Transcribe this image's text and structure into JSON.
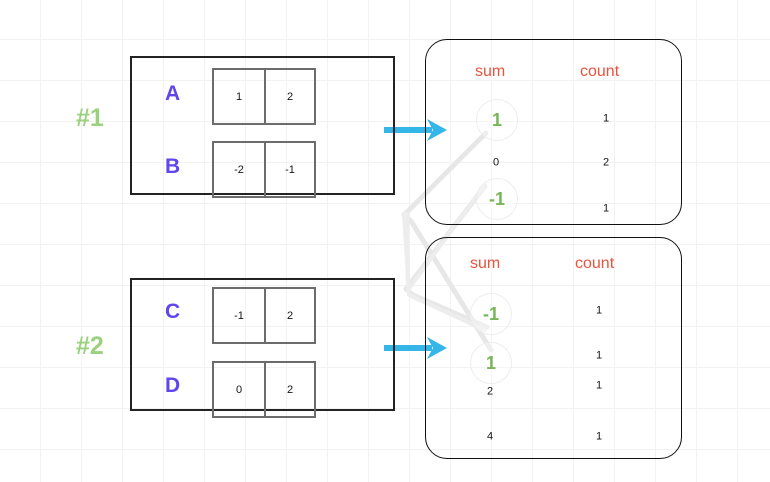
{
  "colors": {
    "grid": "#f2f2f2",
    "group_border": "#232323",
    "pair_border": "#6c6c6c",
    "letter": "#6245ec",
    "step": "#9bd17e",
    "header": "#e8533c",
    "highlight": "#77b557",
    "arrow": "#35b6e8",
    "link": "#e6e6e6"
  },
  "steps": [
    {
      "label": "#1"
    },
    {
      "label": "#2"
    }
  ],
  "groups": [
    {
      "name": "group-1",
      "rows": [
        {
          "letter": "A",
          "cells": [
            "1",
            "2"
          ]
        },
        {
          "letter": "B",
          "cells": [
            "-2",
            "-1"
          ]
        }
      ]
    },
    {
      "name": "group-2",
      "rows": [
        {
          "letter": "C",
          "cells": [
            "-1",
            "2"
          ]
        },
        {
          "letter": "D",
          "cells": [
            "0",
            "2"
          ]
        }
      ]
    }
  ],
  "tables": [
    {
      "name": "table-1",
      "headers": {
        "sum": "sum",
        "count": "count"
      },
      "rows": [
        {
          "sum": "1",
          "count": "1",
          "highlight": true
        },
        {
          "sum": "0",
          "count": "2",
          "highlight": false
        },
        {
          "sum": "-1",
          "count": "1",
          "highlight": true
        }
      ]
    },
    {
      "name": "table-2",
      "headers": {
        "sum": "sum",
        "count": "count"
      },
      "rows": [
        {
          "sum": "-1",
          "count": "1",
          "highlight": true
        },
        {
          "sum": "1",
          "count": "1",
          "highlight": true
        },
        {
          "sum": "2",
          "count": "1",
          "highlight": false
        },
        {
          "sum": "4",
          "count": "1",
          "highlight": false
        }
      ]
    }
  ],
  "arrows": [
    {
      "name": "arrow-group1-to-table1"
    },
    {
      "name": "arrow-group2-to-table2"
    }
  ],
  "links": [
    {
      "name": "link-sum-1"
    },
    {
      "name": "link-sum-minus-1"
    }
  ]
}
